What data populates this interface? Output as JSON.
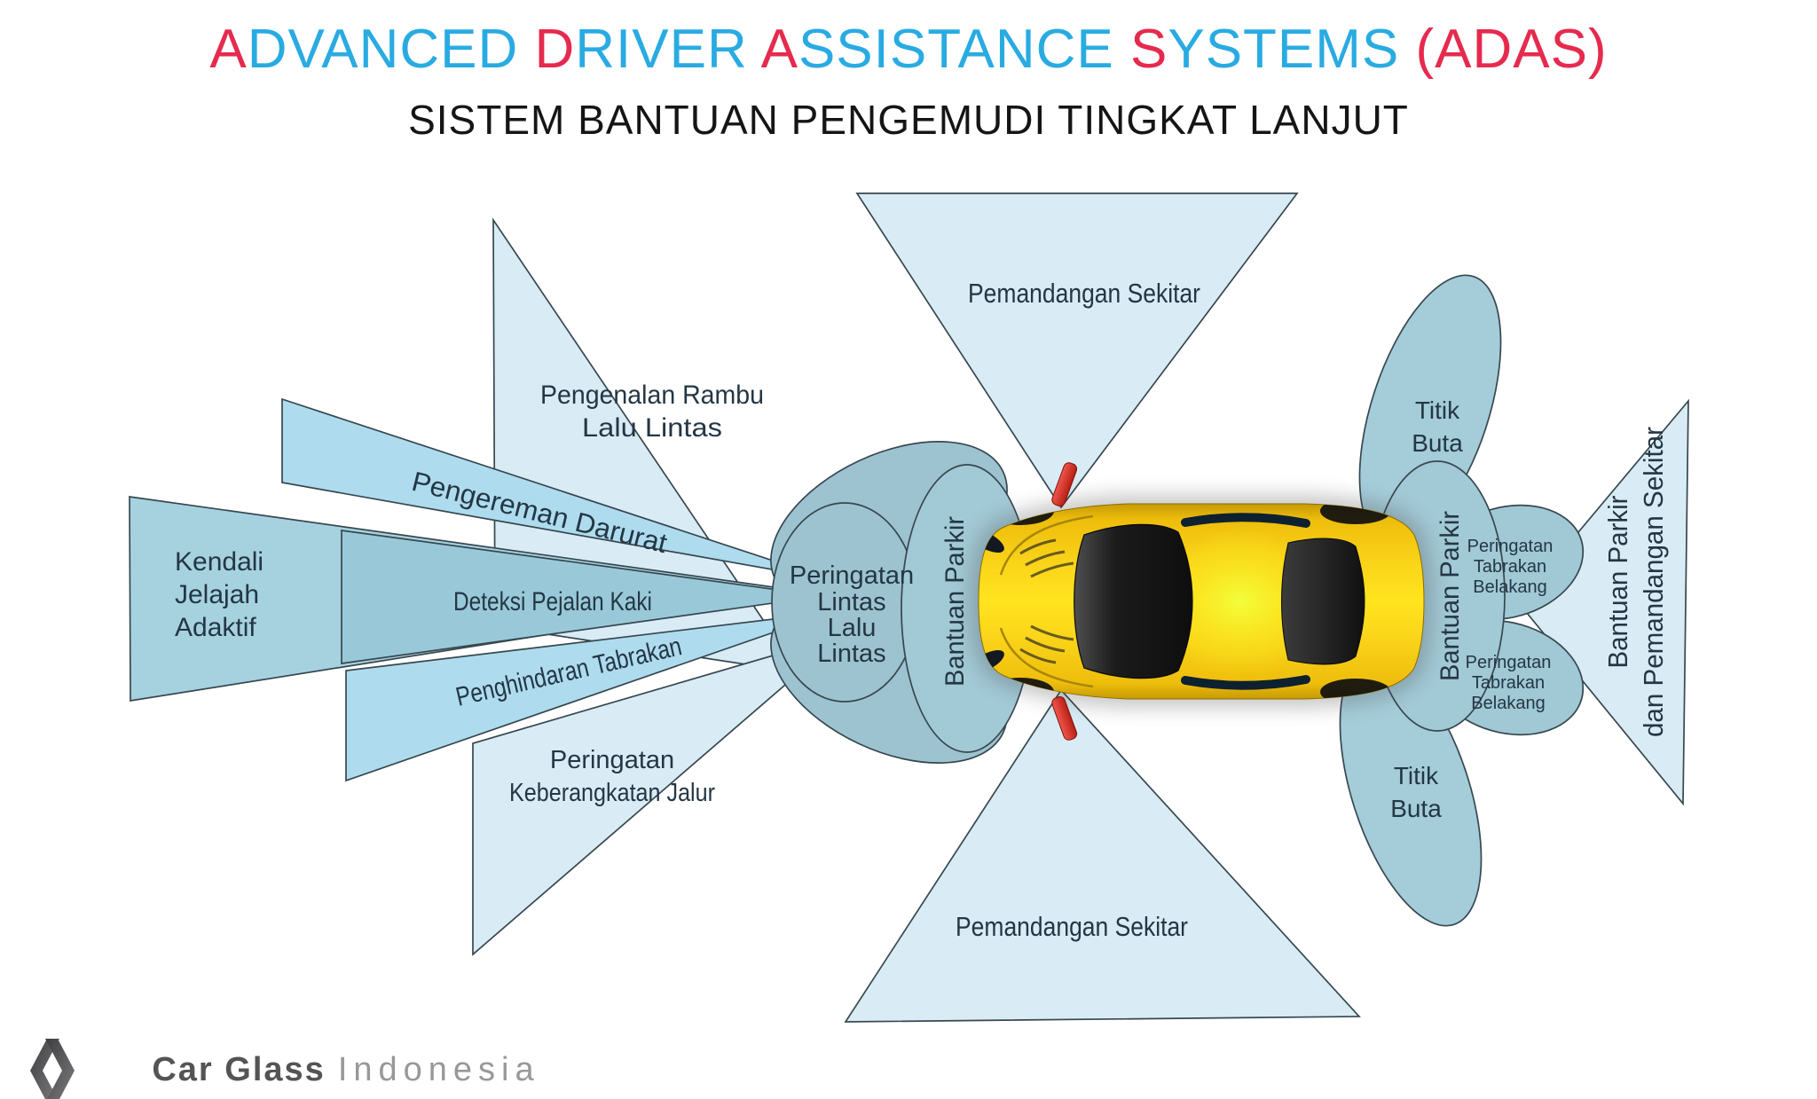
{
  "colors": {
    "title_red": "#e62a4e",
    "title_blue": "#29abe2",
    "subtitle_text": "#151515",
    "label_text": "#243644",
    "zone_lightest": "#d9ecf5",
    "zone_light": "#aedcee",
    "zone_medium": "#a6d2e0",
    "zone_medium_dark": "#99c9d8",
    "lobe_front": "#9dc3d0",
    "lobe_ellipse": "#a2c9d6",
    "lobe_blindspot": "#a4ccd9",
    "lobe_rear_small": "#a0c8d5",
    "car_yellow": "#f9cf15",
    "mirror_red": "#da2f23",
    "logo_dark": "#545457",
    "logo_light": "#98989b"
  },
  "header": {
    "title_full": "ADVANCED DRIVER ASSISTANCE SYSTEMS (ADAS)",
    "title_segments": [
      {
        "text": "A",
        "color": "title_red"
      },
      {
        "text": "DVANCED ",
        "color": "title_blue"
      },
      {
        "text": "D",
        "color": "title_red"
      },
      {
        "text": "RIVER ",
        "color": "title_blue"
      },
      {
        "text": "A",
        "color": "title_red"
      },
      {
        "text": "SSISTANCE ",
        "color": "title_blue"
      },
      {
        "text": "S",
        "color": "title_red"
      },
      {
        "text": "YSTEMS ",
        "color": "title_blue"
      },
      {
        "text": "(ADAS)",
        "color": "title_red"
      }
    ],
    "subtitle": "SISTEM BANTUAN PENGEMUDI TINGKAT LANJUT"
  },
  "zones": {
    "kendali": {
      "lines": [
        "Kendali",
        "Jelajah",
        "Adaktif"
      ]
    },
    "pengereman": {
      "label": "Pengereman Darurat"
    },
    "deteksi": {
      "label": "Deteksi Pejalan Kaki"
    },
    "penghindaran": {
      "label": "Penghindaran Tabrakan"
    },
    "pengenalan": {
      "lines": [
        "Pengenalan Rambu",
        "Lalu Lintas"
      ]
    },
    "keberangkatan": {
      "lines": [
        "Peringatan",
        "Keberangkatan Jalur"
      ]
    },
    "lintas_depan": {
      "lines": [
        "Peringatan",
        "Lintas",
        "Lalu",
        "Lintas"
      ]
    },
    "parkir_depan": {
      "label": "Bantuan Parkir"
    },
    "pemandangan_atas": {
      "label": "Pemandangan Sekitar"
    },
    "pemandangan_bawah": {
      "label": "Pemandangan Sekitar"
    },
    "titik_buta_atas": {
      "lines": [
        "Titik",
        "Buta"
      ]
    },
    "titik_buta_bawah": {
      "lines": [
        "Titik",
        "Buta"
      ]
    },
    "parkir_belakang": {
      "label": "Bantuan Parkir"
    },
    "tabrakan_atas": {
      "lines": [
        "Peringatan",
        "Tabrakan",
        "Belakang"
      ]
    },
    "tabrakan_bawah": {
      "lines": [
        "Peringatan",
        "Tabrakan",
        "Belakang"
      ]
    },
    "parkir_kanan": {
      "lines": [
        "Bantuan Parkir",
        "dan Pemandangan Sekitar"
      ]
    }
  },
  "logo": {
    "brand": "Car Glass",
    "region": "Indonesia"
  }
}
